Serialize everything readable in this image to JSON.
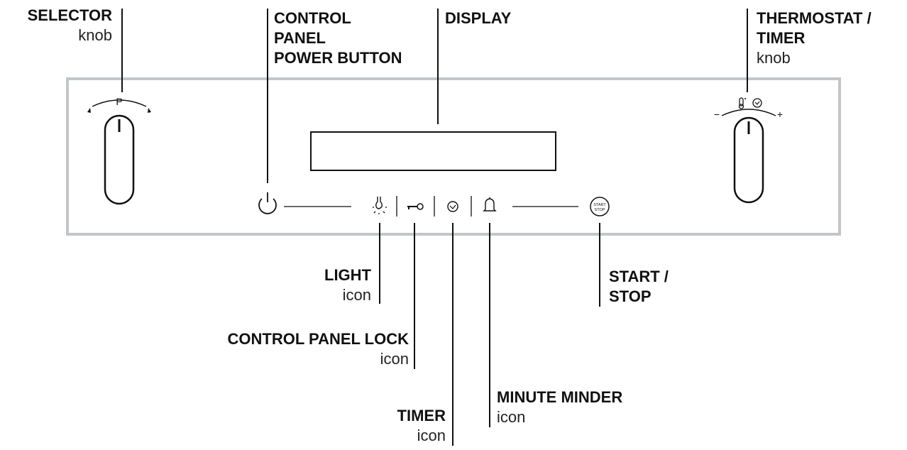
{
  "labels": {
    "selector": {
      "title": "SELECTOR",
      "sub": "knob"
    },
    "power": {
      "line1": "CONTROL",
      "line2": "PANEL",
      "line3": "POWER BUTTON"
    },
    "display": {
      "title": "DISPLAY"
    },
    "thermostat": {
      "line1": "THERMOSTAT /",
      "line2": "TIMER",
      "sub": "knob"
    },
    "light": {
      "title": "LIGHT",
      "sub": "icon"
    },
    "lock": {
      "title": "CONTROL PANEL LOCK",
      "sub": "icon"
    },
    "timer": {
      "title": "TIMER",
      "sub": "icon"
    },
    "minute_minder": {
      "title": "MINUTE MINDER",
      "sub": "icon"
    },
    "start_stop": {
      "line1": "START /",
      "line2": "STOP"
    }
  },
  "panel": {
    "selector_knob_mark": "P",
    "minus_sign": "−",
    "plus_sign": "+",
    "start_button_line1": "START",
    "start_button_line2": "STOP"
  },
  "colors": {
    "panel_border": "#c3c6c8",
    "line": "#111111"
  }
}
